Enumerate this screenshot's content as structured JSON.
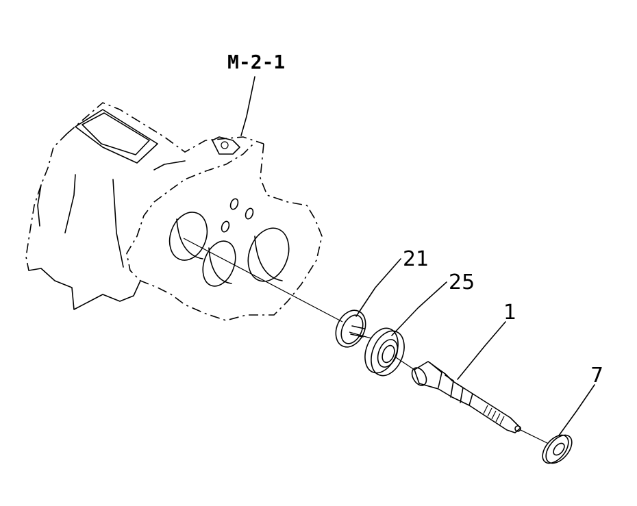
{
  "diagram": {
    "reference_label": "M-2-1",
    "callouts": {
      "snap_ring": "21",
      "bearing": "25",
      "shaft": "1",
      "washer": "7"
    },
    "colors": {
      "line": "#000000",
      "background": "#ffffff"
    }
  }
}
